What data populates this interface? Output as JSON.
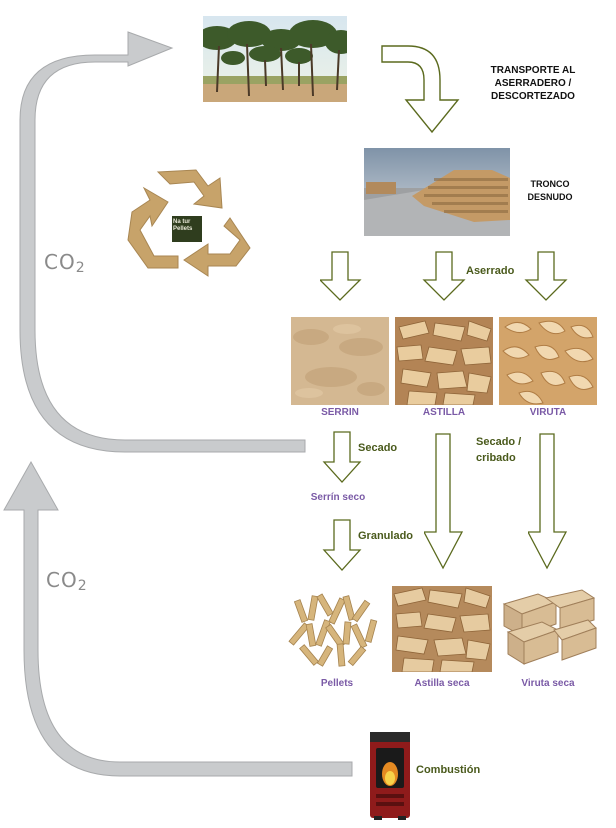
{
  "title_transport": "TRANSPORTE AL ASERRADERO / DESCORTEZADO",
  "label_tronco": "TRONCO DESNUDO",
  "label_aserrado": "Aserrado",
  "products": {
    "serrin": "SERRIN",
    "astilla": "ASTILLA",
    "viruta": "VIRUTA"
  },
  "label_secado": "Secado",
  "label_secado_cribado": "Secado / cribado",
  "label_serrin_seco": "Serrín seco",
  "label_granulado": "Granulado",
  "final": {
    "pellets": "Pellets",
    "astilla_seca": "Astilla seca",
    "viruta_seca": "Viruta seca"
  },
  "label_combustion": "Combustión",
  "co2_top": {
    "base": "CO",
    "sub": "2"
  },
  "co2_bottom": {
    "base": "CO",
    "sub": "2"
  },
  "logo_text": "Na tur Pellets",
  "colors": {
    "arrow_gray": "#c9cbcd",
    "arrow_green_outline": "#5b6a1e",
    "label_green": "#4a5a1c",
    "label_purple": "#7a5aa6"
  }
}
